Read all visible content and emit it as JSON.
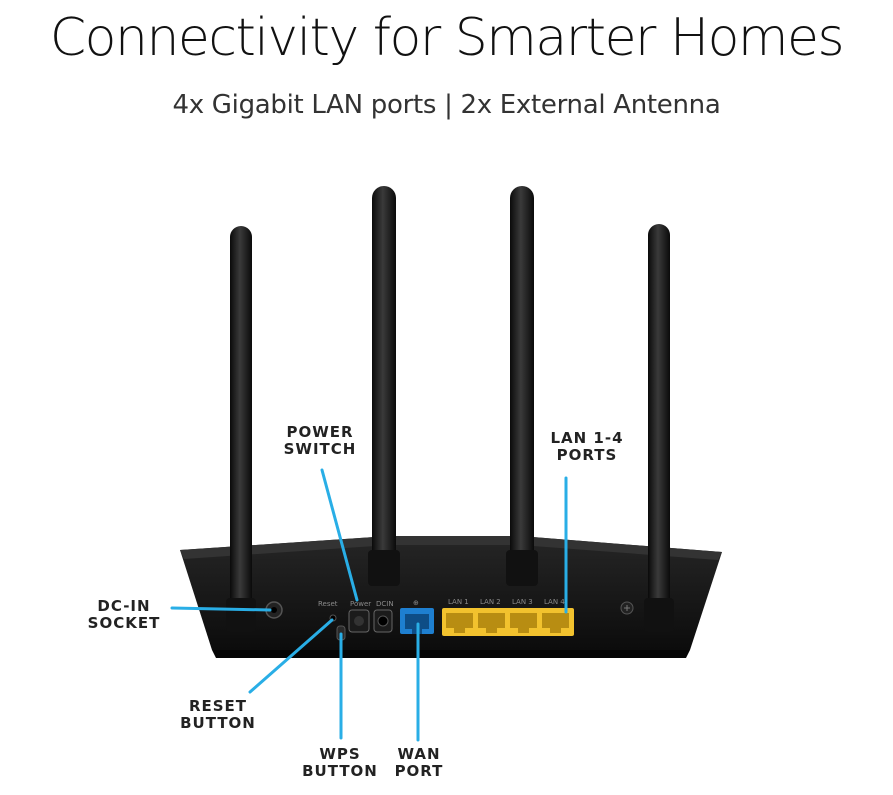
{
  "header": {
    "title": "Connectivity for Smarter Homes",
    "subtitle": "4x Gigabit LAN ports | 2x External Antenna"
  },
  "callouts": {
    "power_switch": [
      "POWER",
      "SWITCH"
    ],
    "lan_ports": [
      "LAN 1-4",
      "PORTS"
    ],
    "dc_in": [
      "DC-IN",
      "SOCKET"
    ],
    "reset": [
      "RESET",
      "BUTTON"
    ],
    "wps": [
      "WPS",
      "BUTTON"
    ],
    "wan": [
      "WAN",
      "PORT"
    ]
  },
  "colors": {
    "callout_line": "#29aee6",
    "router_body": "#111111",
    "lan_port": "#f2c22e",
    "wan_port": "#1e7fd0",
    "background": "#ffffff"
  }
}
